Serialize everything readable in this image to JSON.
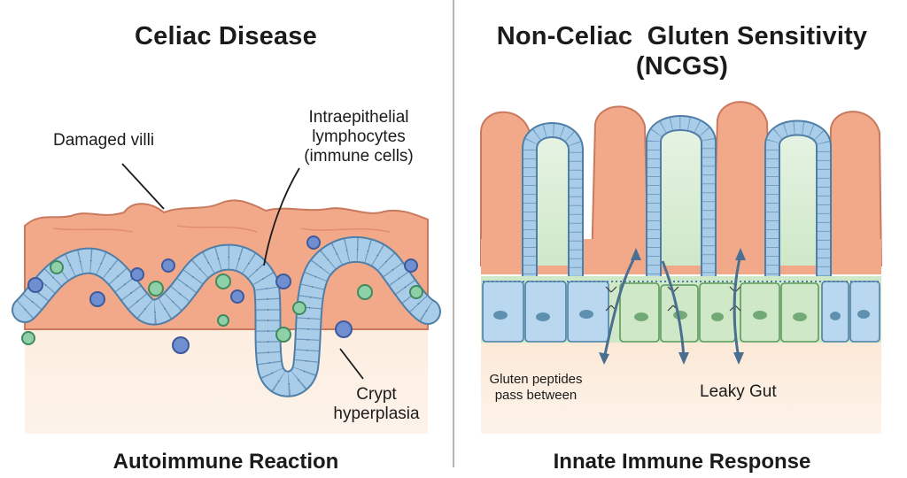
{
  "left_panel": {
    "title": "Celiac Disease",
    "bottom_caption": "Autoimmune Reaction",
    "labels": {
      "damaged_villi": "Damaged villi",
      "iel_line1": "Intraepithelial",
      "iel_line2": "lymphocytes",
      "iel_line3": "(immune cells)",
      "crypt_line1": "Crypt",
      "crypt_line2": "hyperplasia"
    }
  },
  "right_panel": {
    "title_line1": "Non-Celiac  Gluten Sensitivity",
    "title_line2": "(NCGS)",
    "bottom_caption": "Innate Immune Response",
    "labels": {
      "gluten_line1": "Gluten peptides",
      "gluten_line2": "pass between",
      "leaky_gut": "Leaky Gut"
    }
  },
  "colors": {
    "tissue_salmon": "#f2a98a",
    "tissue_outline": "#c9795e",
    "epithelium_blue": "#a9cde8",
    "epithelium_outline": "#4f7fa8",
    "lamina_green": "#cfe8c8",
    "background_tan": "#fbe8d6",
    "divider": "#9a9a9a"
  }
}
